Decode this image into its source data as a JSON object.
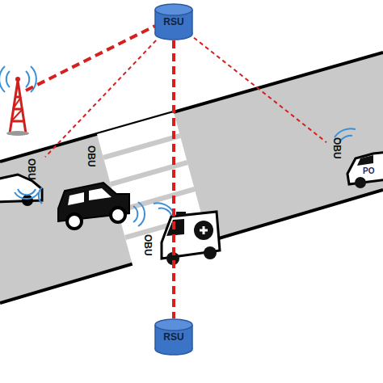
{
  "diagram": {
    "nodes": [
      {
        "text": [
          "RSU"
        ]
      },
      {
        "text": [
          "OBU"
        ]
      },
      {
        "text": [
          "OBU"
        ]
      },
      {
        "text": [
          "OBU"
        ]
      },
      {
        "text": [
          "OBU"
        ]
      },
      {
        "text": [
          "RSU"
        ]
      }
    ],
    "edges": [
      {
        "from": 0,
        "to": 1,
        "arrow": "none"
      },
      {
        "from": 0,
        "to": 5,
        "arrow": "none"
      },
      {
        "from": 0,
        "to": 4,
        "arrow": "none"
      }
    ],
    "labels": [
      "PO"
    ]
  }
}
